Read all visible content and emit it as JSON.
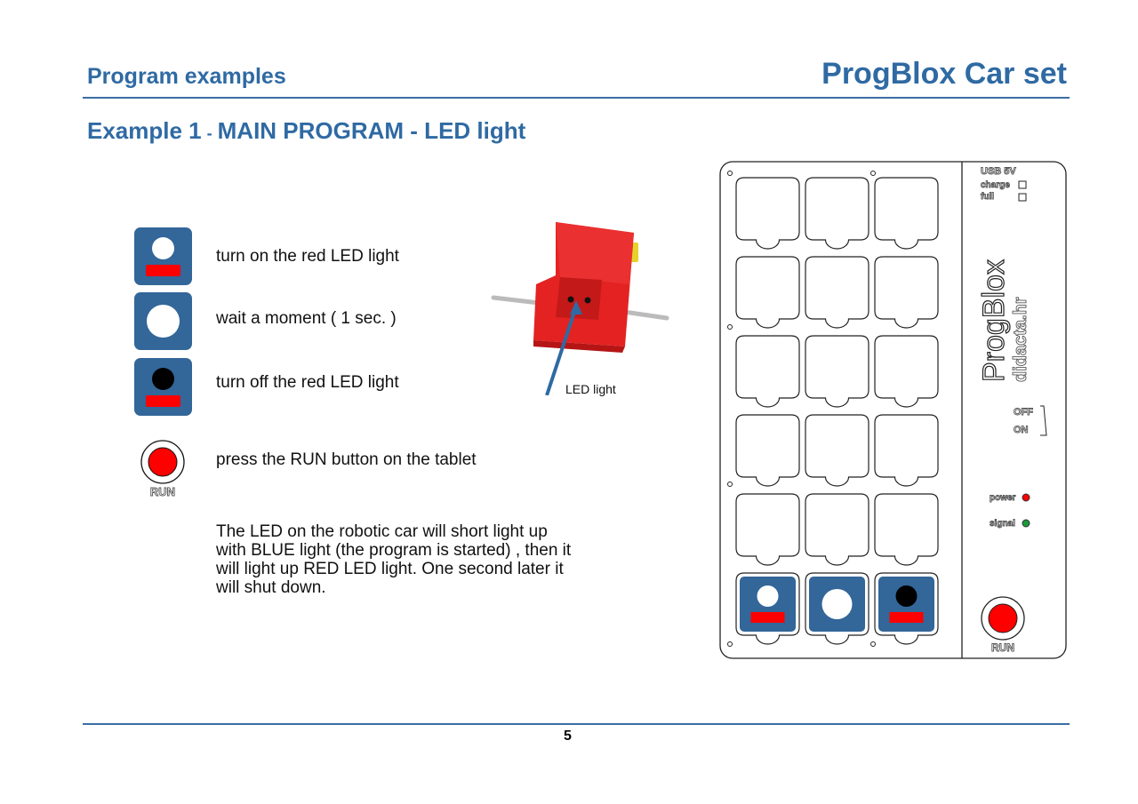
{
  "header": {
    "section": "Program examples",
    "product": "ProgBlox Car set"
  },
  "subtitle": {
    "example": "Example 1",
    "dash": "-",
    "title": "MAIN PROGRAM - LED light"
  },
  "steps": [
    {
      "icon": "led-on-block-icon",
      "text": "turn on the red LED light"
    },
    {
      "icon": "wait-block-icon",
      "text": "wait a moment ( 1 sec. )"
    },
    {
      "icon": "led-off-block-icon",
      "text": "turn off the red LED light"
    },
    {
      "icon": "run-button-icon",
      "text": "press the RUN button on the tablet"
    }
  ],
  "run_label": "RUN",
  "description": "The LED on the robotic car will short light up with BLUE light (the program is started) , then it will light up RED LED light. One second later it will shut down.",
  "figure": {
    "callout": "LED light"
  },
  "tablet": {
    "usb": "USB 5V",
    "charge": "charge",
    "full": "full",
    "brand": "ProgBlox",
    "site": "didacta.hr",
    "off": "OFF",
    "on": "ON",
    "power": "power",
    "signal": "signal",
    "run": "RUN",
    "loaded_blocks": [
      "led-on",
      "wait",
      "led-off"
    ]
  },
  "page_number": "5",
  "colors": {
    "accent": "#2f6aa3",
    "block": "#336699",
    "led_red": "#ff0000",
    "signal_green": "#1a9a3a"
  }
}
